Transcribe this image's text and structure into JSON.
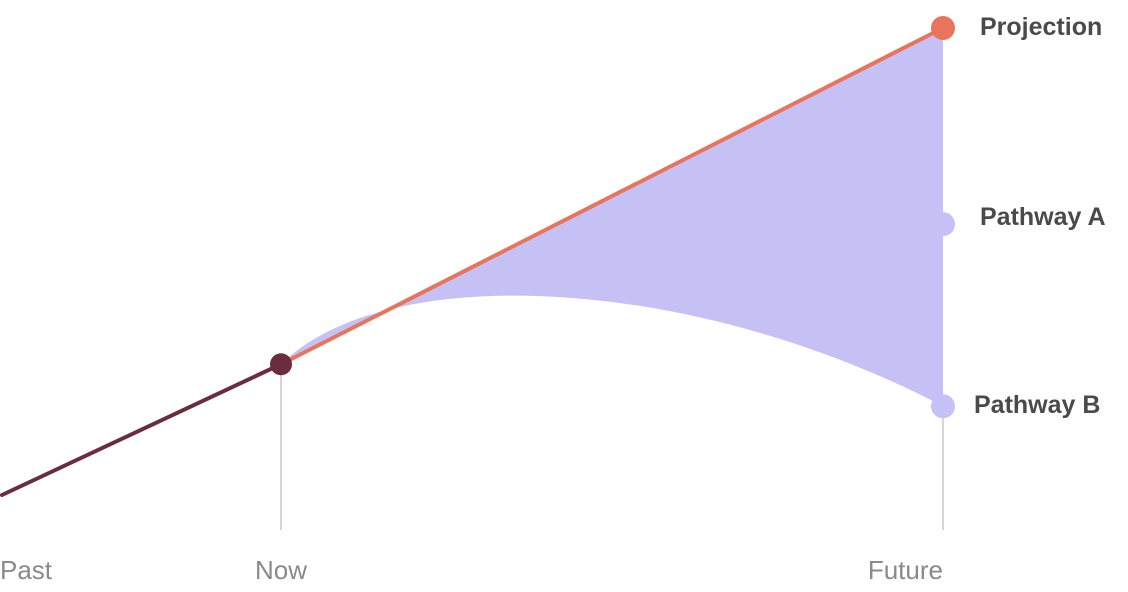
{
  "chart_data": {
    "type": "line",
    "title": "",
    "xlabel": "",
    "ylabel": "",
    "grid": false,
    "x_ticks": [
      {
        "key": "past",
        "label": "Past"
      },
      {
        "key": "now",
        "label": "Now"
      },
      {
        "key": "future",
        "label": "Future"
      }
    ],
    "series": [
      {
        "key": "history",
        "points": [
          {
            "x": "past",
            "y": 0
          },
          {
            "x": "now",
            "y": 28
          }
        ],
        "color": "#6b2c3f"
      },
      {
        "key": "projection",
        "name": "Projection",
        "points": [
          {
            "x": "now",
            "y": 28
          },
          {
            "x": "future",
            "y": 100
          }
        ],
        "color": "#e8745c"
      },
      {
        "key": "pathway_a",
        "name": "Pathway A",
        "end_y": 58,
        "color": "#c6c1f5"
      },
      {
        "key": "pathway_b",
        "name": "Pathway B",
        "end_y": 19,
        "peak_y": 42,
        "color": "#c6c1f5"
      }
    ],
    "band": {
      "between": [
        "projection",
        "pathway_b"
      ],
      "color": "#c6c1f5"
    },
    "legend": "right-of-endpoints"
  }
}
